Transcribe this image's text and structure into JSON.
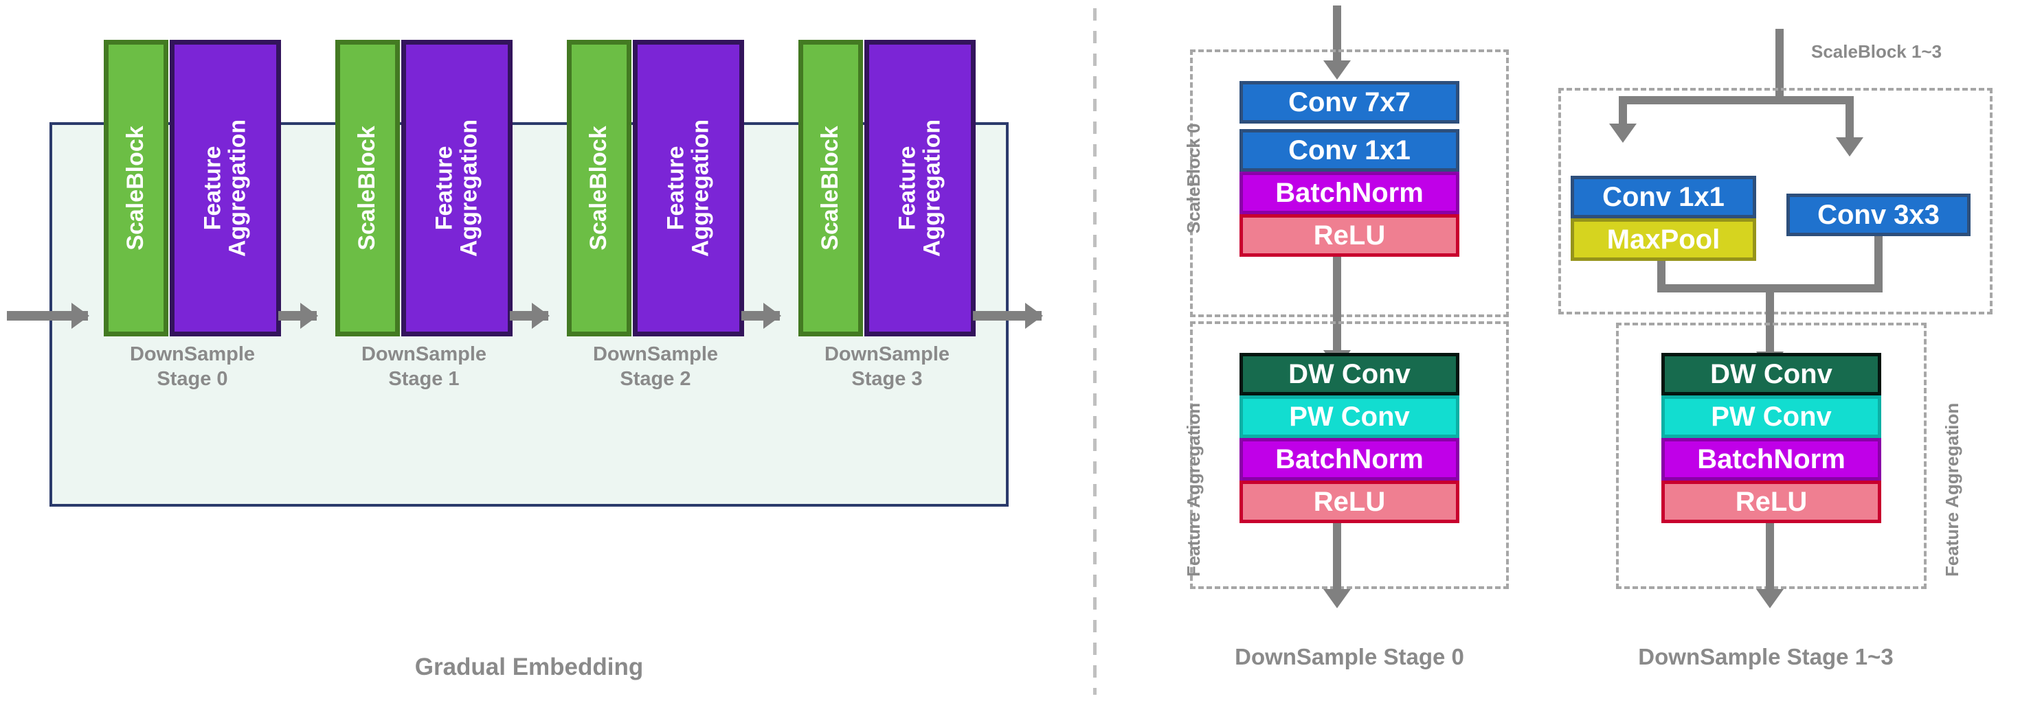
{
  "left_panel": {
    "caption": "Gradual Embedding",
    "stages": [
      {
        "scaleblock_label": "ScaleBlock",
        "aggregation_label": "Feature\nAggregation",
        "caption_line1": "DownSample",
        "caption_line2": "Stage 0"
      },
      {
        "scaleblock_label": "ScaleBlock",
        "aggregation_label": "Feature\nAggregation",
        "caption_line1": "DownSample",
        "caption_line2": "Stage 1"
      },
      {
        "scaleblock_label": "ScaleBlock",
        "aggregation_label": "Feature\nAggregation",
        "caption_line1": "DownSample",
        "caption_line2": "Stage 2"
      },
      {
        "scaleblock_label": "ScaleBlock",
        "aggregation_label": "Feature\nAggregation",
        "caption_line1": "DownSample",
        "caption_line2": "Stage 3"
      }
    ]
  },
  "middle_panel": {
    "caption": "DownSample Stage 0",
    "scaleblock": {
      "group_label": "ScaleBlock 0",
      "layers": [
        {
          "label": "Conv 7x7",
          "kind": "conv"
        },
        {
          "label": "Conv 1x1",
          "kind": "conv"
        },
        {
          "label": "BatchNorm",
          "kind": "batchnorm"
        },
        {
          "label": "ReLU",
          "kind": "relu"
        }
      ]
    },
    "aggregation": {
      "group_label": "Feature Aggregation",
      "layers": [
        {
          "label": "DW Conv",
          "kind": "dwconv"
        },
        {
          "label": "PW Conv",
          "kind": "pwconv"
        },
        {
          "label": "BatchNorm",
          "kind": "batchnorm"
        },
        {
          "label": "ReLU",
          "kind": "relu"
        }
      ]
    }
  },
  "right_panel": {
    "caption": "DownSample Stage 1~3",
    "scaleblock": {
      "group_label": "ScaleBlock 1~3",
      "left_branch": [
        {
          "label": "Conv 1x1",
          "kind": "conv"
        },
        {
          "label": "MaxPool",
          "kind": "maxpool"
        }
      ],
      "right_branch": [
        {
          "label": "Conv 3x3",
          "kind": "conv"
        }
      ]
    },
    "aggregation": {
      "group_label": "Feature Aggregation",
      "layers": [
        {
          "label": "DW Conv",
          "kind": "dwconv"
        },
        {
          "label": "PW Conv",
          "kind": "pwconv"
        },
        {
          "label": "BatchNorm",
          "kind": "batchnorm"
        },
        {
          "label": "ReLU",
          "kind": "relu"
        }
      ]
    }
  },
  "colors": {
    "container_fill": "#edf6f2",
    "container_border": "#2b3a6b",
    "scaleblock_green": "#6cbe45",
    "aggregation_purple": "#7b25d6",
    "conv_blue": "#1f72ce",
    "batchnorm_magenta": "#c000e8",
    "relu_salmon": "#ef7f91",
    "dwconv_darkgreen": "#176b4e",
    "pwconv_cyan": "#12ddd0",
    "maxpool_yellow": "#d6d41f",
    "arrow_gray": "#808080",
    "label_gray": "#8a8a8a",
    "dashed_gray": "#a6a6a6"
  }
}
